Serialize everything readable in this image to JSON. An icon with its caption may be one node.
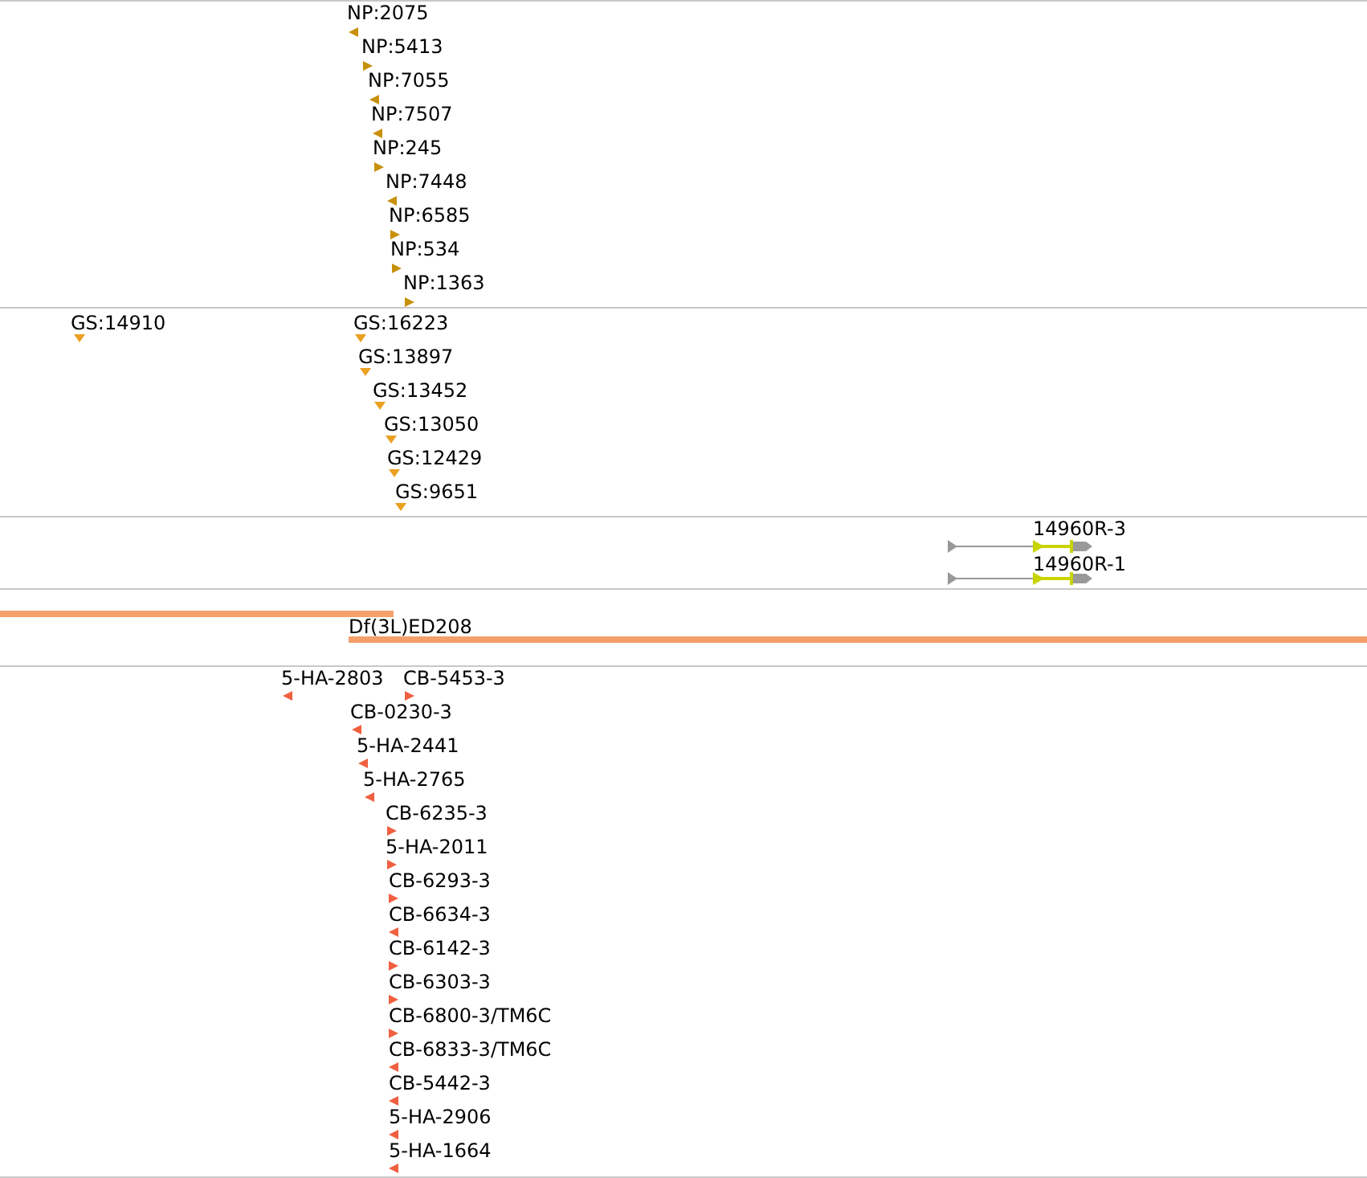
{
  "diagram": {
    "labels": [
      "NP:2075",
      "NP:5413",
      "NP:7055",
      "NP:7507",
      "NP:245",
      "NP:7448",
      "NP:6585",
      "NP:534",
      "NP:1363",
      "GS:14910",
      "GS:16223",
      "GS:13897",
      "GS:13452",
      "GS:13050",
      "GS:12429",
      "GS:9651",
      "14960R-3",
      "14960R-1",
      "Df(3L)ED208",
      "5-HA-2803",
      "CB-5453-3",
      "CB-0230-3",
      "5-HA-2441",
      "5-HA-2765",
      "CB-6235-3",
      "5-HA-2011",
      "CB-6293-3",
      "CB-6634-3",
      "CB-6142-3",
      "CB-6303-3",
      "CB-6800-3/TM6C",
      "CB-6833-3/TM6C",
      "CB-5442-3",
      "5-HA-2906",
      "5-HA-1664"
    ]
  }
}
